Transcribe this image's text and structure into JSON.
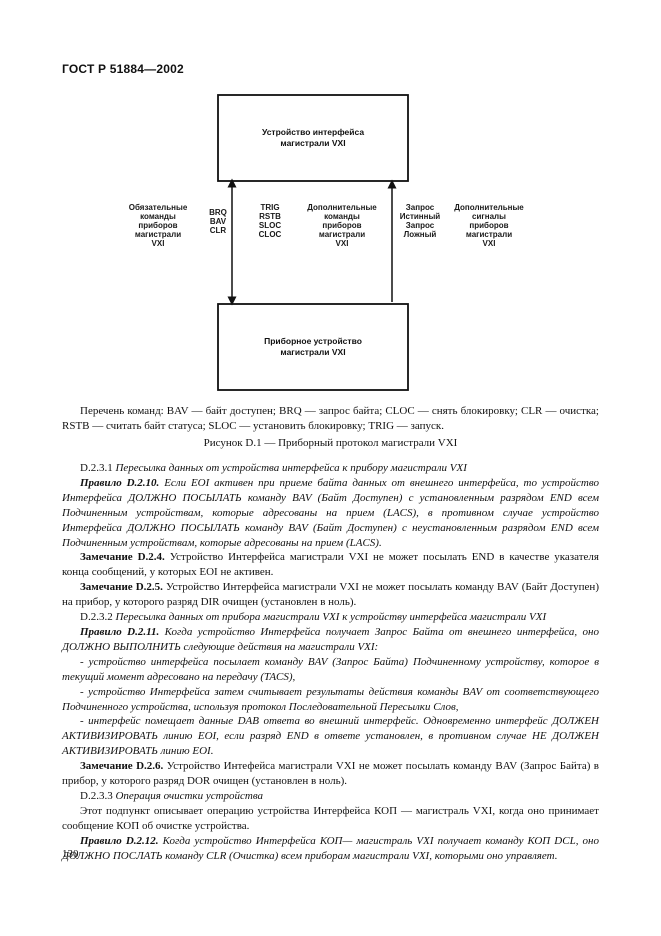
{
  "header": "ГОСТ Р 51884—2002",
  "diagram": {
    "top_box": "Устройство интерфейса\nмагистрали VXI",
    "bottom_box": "Приборное устройство\nмагистрали VXI",
    "left_desc": "Обязательные\nкоманды\nприборов\nмагистрали\nVXI",
    "left_cmds": "BRQ\nBAV\nCLR",
    "mid_cmds": "TRIG\nRSTB\nSLOC\nCLOC",
    "mid_desc": "Дополнительные\nкоманды\nприборов\nмагистрали\nVXI",
    "right_cmds": "Запрос\nИстинный\nЗапрос\nЛожный",
    "right_desc": "Дополнительные\nсигналы\nприборов\nмагистрали\nVXI"
  },
  "caption_list": "Перечень команд: BAV — байт доступен; BRQ — запрос байта; CLOC — снять блокировку; CLR — очистка; RSTB — считать байт статуса; SLOC — установить блокировку; TRIG — запуск.",
  "figure_caption": "Рисунок D.1 — Приборный протокол магистрали VXI",
  "body": {
    "p1": "D.2.3.1 ",
    "p1_it": "Пересылка данных от устройства интерфейса к прибору магистрали VXI",
    "p2_b": "Правило D.2.10.",
    "p2": " Если EOI активен при приеме байта данных от внешнего интерфейса, то устройство Интерфейса ДОЛЖНО ПОСЫЛАТЬ команду BAV (Байт Доступен) с установленным разрядом END всем Подчиненным устройствам, которые адресованы на прием (LACS), в противном случае устройство Интерфейса ДОЛЖНО ПОСЫЛАТЬ команду BAV (Байт Доступен) с неустановленным разрядом END всем Подчиненным устройствам, которые адресованы на прием (LACS).",
    "p3_b": "Замечание D.2.4.",
    "p3": " Устройство Интерфейса магистрали VXI не может посылать END в качестве указателя конца сообщений, у которых EOI не активен.",
    "p4_b": "Замечание D.2.5.",
    "p4": " Устройство Интерфейса магистрали VXI не может посылать команду BAV (Байт Доступен) на прибор, у которого разряд DIR очищен (установлен в ноль).",
    "p5": "D.2.3.2 ",
    "p5_it": "Пересылка данных от прибора магистрали VXI к устройству интерфейса магистрали VXI",
    "p6_b": "Правило D.2.11.",
    "p6": " Когда устройство Интерфейса получает Запрос Байта от внешнего интерфейса, оно ДОЛЖНО ВЫПОЛНИТЬ следующие действия на магистрали VXI:",
    "p7": "- устройство интерфейса посылает команду BAV (Запрос Байта) Подчиненному устройству, которое в текущий момент адресовано на передачу (TACS),",
    "p8": "- устройство Интерфейса затем считывает результаты действия команды BAV от соответствующего Подчиненного устройства, используя протокол Последовательной Пересылки Слов,",
    "p9": "- интерфейс помещает данные DAB ответа во внешний интерфейс. Одновременно интерфейс ДОЛЖЕН АКТИВИЗИРОВАТЬ линию EOI, если разряд END в ответе установлен, в противном случае НЕ ДОЛЖЕН АКТИВИЗИРОВАТЬ линию EOI.",
    "p10_b": "Замечание D.2.6.",
    "p10": " Устройство Интефейса магистрали VXI не может посылать команду BAV (Запрос Байта) в прибор, у которого разряд DOR очищен (установлен в ноль).",
    "p11": "D.2.3.3 ",
    "p11_it": "Операция очистки устройства",
    "p12": "Этот подпункт описывает операцию устройства Интерфейса КОП — магистраль VXI, когда оно принимает сообщение КОП об очистке устройства.",
    "p13_b": "Правило D.2.12.",
    "p13": " Когда устройство Интерфейса КОП— магистраль VXI получает команду КОП DCL, оно ДОЛЖНО ПОСЛАТЬ команду CLR (Очистка) всем приборам магистрали VXI, которыми оно управляет."
  },
  "page_number": "130"
}
